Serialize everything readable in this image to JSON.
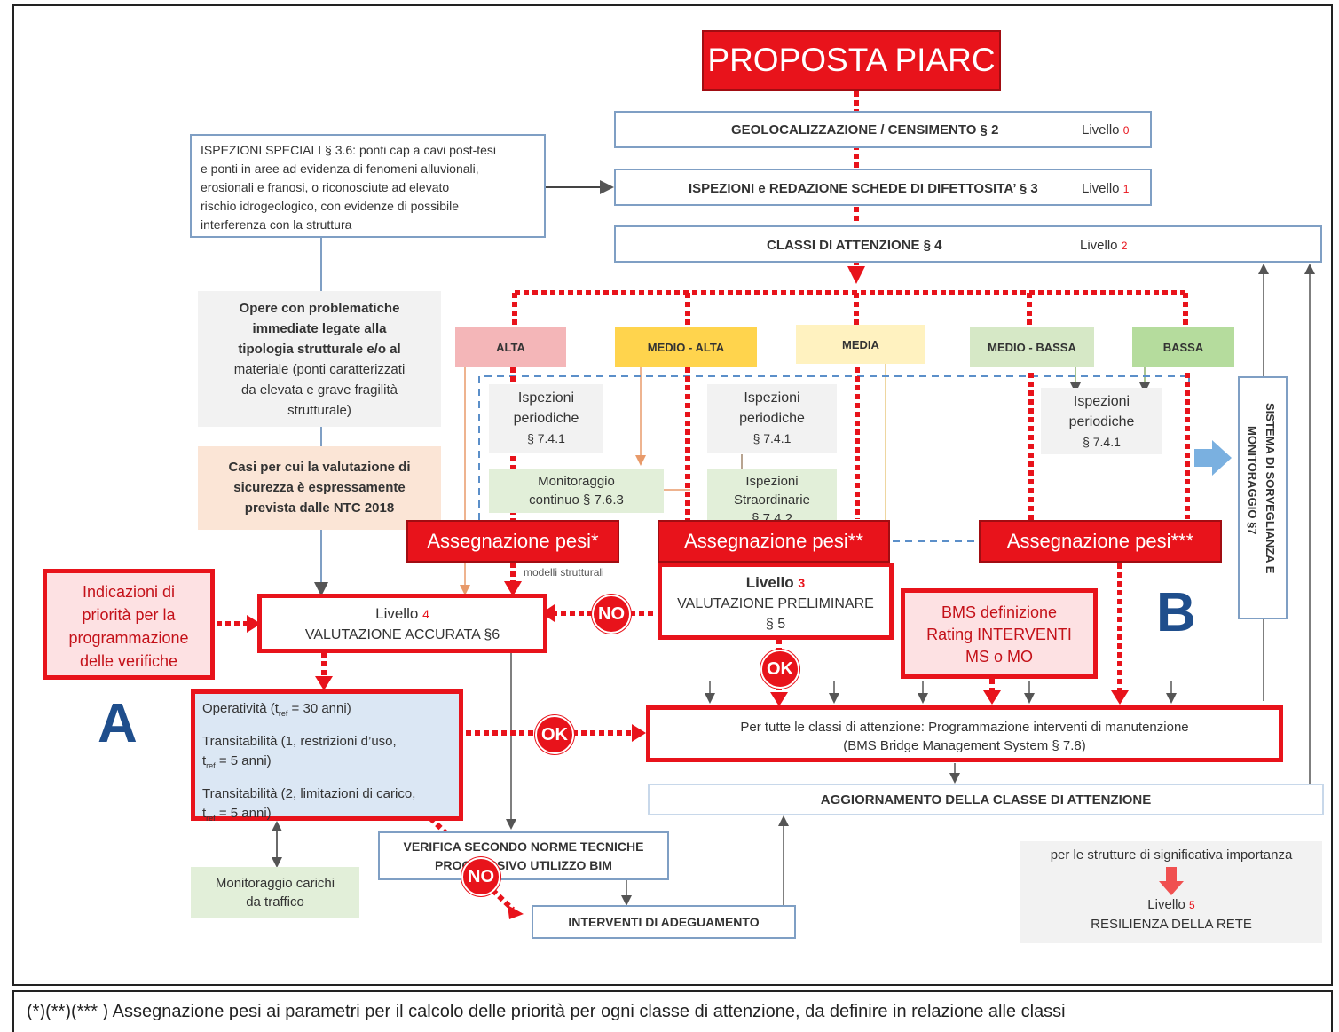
{
  "title": "PROPOSTA PIARC",
  "levels": {
    "l0": {
      "text": "GEOLOCALIZZAZIONE / CENSIMENTO § 2",
      "level": "Livello",
      "num": "0"
    },
    "l1": {
      "text": "ISPEZIONI e REDAZIONE SCHEDE DI DIFETTOSITA’ § 3",
      "level": "Livello",
      "num": "1"
    },
    "l2": {
      "text": "CLASSI DI ATTENZIONE § 4",
      "level": "Livello",
      "num": "2"
    }
  },
  "special": {
    "line1": "ISPEZIONI SPECIALI § 3.6: ponti cap a cavi post-tesi",
    "line2": "e ponti in aree ad evidenza di fenomeni alluvionali,",
    "line3": "erosionali e franosi, o riconosciute ad elevato",
    "line4": "rischio idrogeologico, con evidenze di possibile",
    "line5": "interferenza con la struttura"
  },
  "opere": {
    "l1": "Opere con problematiche",
    "l2": "immediate legate alla",
    "l3": "tipologia strutturale e/o al",
    "l4": "materiale (ponti caratterizzati",
    "l5": "da elevata e grave fragilità",
    "l6": "strutturale)"
  },
  "casi": {
    "l1": "Casi per cui la valutazione di",
    "l2": "sicurezza è espressamente",
    "l3": "prevista dalle NTC 2018"
  },
  "classes": [
    "ALTA",
    "MEDIO - ALTA",
    "MEDIA",
    "MEDIO - BASSA",
    "BASSA"
  ],
  "colors": {
    "alta": "#f4b6b8",
    "medioalta": "#ffd44d",
    "media": "#fff2c0",
    "mediobassa": "#d6e8c6",
    "bassa": "#b5dc9d",
    "red": "#e8131b",
    "letter": "#1f4e8c"
  },
  "isp1": {
    "l1": "Ispezioni",
    "l2": "periodiche",
    "l3": "§ 7.4.1"
  },
  "isp2": {
    "l1": "Ispezioni",
    "l2": "periodiche",
    "l3": "§ 7.4.1"
  },
  "isp3": {
    "l1": "Ispezioni",
    "l2": "periodiche",
    "l3": "§ 7.4.1"
  },
  "monit": {
    "l1": "Monitoraggio",
    "l2": "continuo § 7.6.3"
  },
  "straord": {
    "l1": "Ispezioni",
    "l2": "Straordinarie",
    "l3": "§ 7.4.2"
  },
  "pesi": {
    "a": "Assegnazione pesi*",
    "b": "Assegnazione pesi**",
    "c": "Assegnazione pesi***"
  },
  "modelli": "modelli strutturali",
  "sorveglianza": {
    "l1": "SISTEMA DI SORVEGLIANZA E",
    "l2": "MONITORAGGIO §7"
  },
  "indicazioni": {
    "l1": "Indicazioni di",
    "l2": "priorità per la",
    "l3": "programmazione",
    "l4": "delle verifiche"
  },
  "livello4": {
    "level": "Livello",
    "num": "4",
    "text": "VALUTAZIONE ACCURATA §6"
  },
  "livello3": {
    "level": "Livello",
    "num": "3",
    "text": "VALUTAZIONE PRELIMINARE",
    "sec": "§ 5"
  },
  "bms": {
    "l1": "BMS definizione",
    "l2": "Rating INTERVENTI",
    "l3": "MS o MO"
  },
  "badges": {
    "no1": "NO",
    "ok1": "OK",
    "ok2": "OK",
    "no2": "NO"
  },
  "letters": {
    "a": "A",
    "b": "B"
  },
  "operativita": {
    "o1": "Operatività (t",
    "o1sub": "ref",
    "o1end": " = 30 anni)",
    "t1": "Transitabilità (1, restrizioni d’uso,",
    "t1b": "t",
    "t1sub": "ref",
    "t1end": " = 5 anni)",
    "t2": "Transitabilità (2, limitazioni di carico,",
    "t2b": "t",
    "t2sub": "ref",
    "t2end": " = 5 anni)"
  },
  "programmazione": {
    "l1": "Per tutte le classi di attenzione: Programmazione interventi di manutenzione",
    "l2": "(BMS Bridge Management System § 7.8)"
  },
  "aggiornamento": "AGGIORNAMENTO DELLA CLASSE DI ATTENZIONE",
  "verifica": {
    "l1": "VERIFICA SECONDO NORME TECNICHE",
    "l2": "PROGRESSIVO UTILIZZO BIM"
  },
  "interventi": "INTERVENTI DI ADEGUAMENTO",
  "traffico": {
    "l1": "Monitoraggio carichi",
    "l2": "da traffico"
  },
  "livello5": {
    "top": "per le strutture di significativa importanza",
    "level": "Livello",
    "num": "5",
    "text": "RESILIENZA DELLA RETE"
  },
  "footnote": "(*)(**)(*** )  Assegnazione pesi ai parametri per il calcolo delle priorità per ogni classe di attenzione, da definire in relazione alle classi"
}
